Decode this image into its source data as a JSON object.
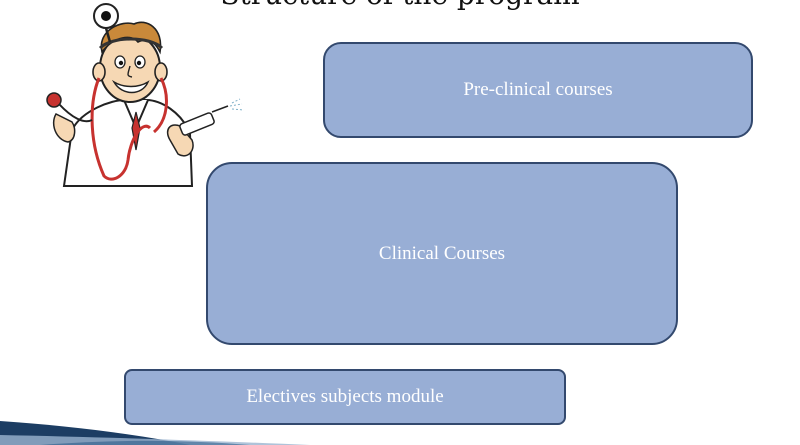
{
  "slide": {
    "title": "Structure of the program",
    "boxes": {
      "preclinical": "Pre-clinical courses",
      "clinical": "Clinical Courses",
      "electives": "Electives subjects module"
    },
    "doctor_illustration": "doctor-cartoon-illustration"
  },
  "colors": {
    "box_fill": "#98aed5",
    "box_border": "#33496e",
    "box_text": "#ffffff"
  }
}
